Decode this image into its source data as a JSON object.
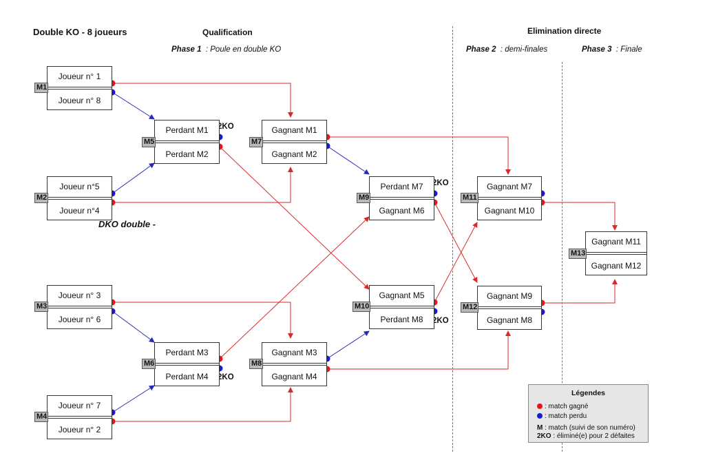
{
  "title": "Double KO - 8 joueurs",
  "qualification": "Qualification",
  "elimination": "Elimination directe",
  "phase1": {
    "label": "Phase 1",
    "text": ": Poule en double KO"
  },
  "phase2": {
    "label": "Phase 2",
    "text": ": demi-finales"
  },
  "phase3": {
    "label": "Phase 3",
    "text": ": Finale"
  },
  "note": "DKO double -",
  "ko_label": "2KO",
  "matches": {
    "M1": {
      "tag": "M1",
      "top": "Joueur n° 1",
      "bottom": "Joueur n° 8"
    },
    "M2": {
      "tag": "M2",
      "top": "Joueur n°5",
      "bottom": "Joueur n°4"
    },
    "M3": {
      "tag": "M3",
      "top": "Joueur n° 3",
      "bottom": "Joueur n° 6"
    },
    "M4": {
      "tag": "M4",
      "top": "Joueur n° 7",
      "bottom": "Joueur n° 2"
    },
    "M5": {
      "tag": "M5",
      "top": "Perdant M1",
      "bottom": "Perdant M2"
    },
    "M6": {
      "tag": "M6",
      "top": "Perdant M3",
      "bottom": "Perdant M4"
    },
    "M7": {
      "tag": "M7",
      "top": "Gagnant M1",
      "bottom": "Gagnant M2"
    },
    "M8": {
      "tag": "M8",
      "top": "Gagnant M3",
      "bottom": "Gagnant M4"
    },
    "M9": {
      "tag": "M9",
      "top": "Perdant M7",
      "bottom": "Gagnant M6"
    },
    "M10": {
      "tag": "M10",
      "top": "Gagnant M5",
      "bottom": "Perdant M8"
    },
    "M11": {
      "tag": "M11",
      "top": "Gagnant M7",
      "bottom": "Gagnant M10"
    },
    "M12": {
      "tag": "M12",
      "top": "Gagnant M9",
      "bottom": "Gagnant M8"
    },
    "M13": {
      "tag": "M13",
      "top": "Gagnant M11",
      "bottom": "Gagnant M12"
    }
  },
  "legend": {
    "title": "Légendes",
    "won": ": match gagné",
    "lost": ": match perdu",
    "m_key": "M",
    "m_text": ": match (suivi de son numéro)",
    "ko_key": "2KO",
    "ko_text": ": éliminé(e) pour 2 défaites"
  },
  "colors": {
    "won": "#e8141b",
    "lost": "#1a1ad6",
    "line_won": "#d92a2a",
    "line_lost": "#2a2ab8"
  }
}
